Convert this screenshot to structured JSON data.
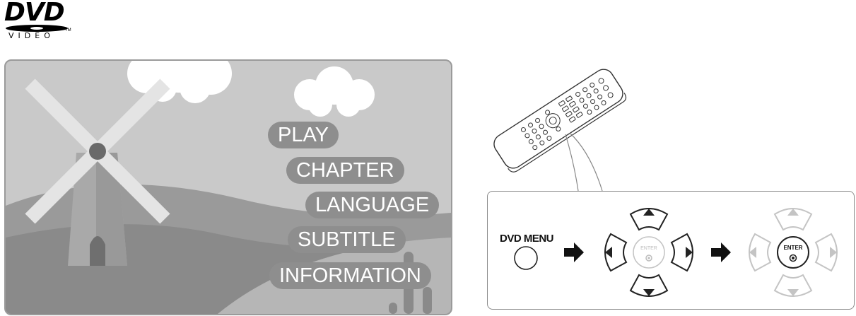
{
  "logo": {
    "brand": "DVD",
    "sub": "VIDEO",
    "tm": "TM"
  },
  "menu": {
    "items": [
      {
        "label": "PLAY"
      },
      {
        "label": "CHAPTER"
      },
      {
        "label": "LANGUAGE"
      },
      {
        "label": "SUBTITLE"
      },
      {
        "label": "INFORMATION"
      }
    ]
  },
  "remote_panel": {
    "dvd_menu_label": "DVD MENU",
    "enter_label": "ENTER"
  },
  "icons": [
    "windmill-icon",
    "cloud-icon",
    "tree-icon",
    "remote-control-icon",
    "arrow-right-icon",
    "dpad-icon",
    "enter-button-icon"
  ],
  "colors": {
    "menu_pill": "#8e8e8e",
    "menu_text": "#ffffff",
    "screen_bg": "#c9c9c9",
    "hill_dark": "#8f8f8f",
    "hill_light": "#b3b3b3"
  }
}
